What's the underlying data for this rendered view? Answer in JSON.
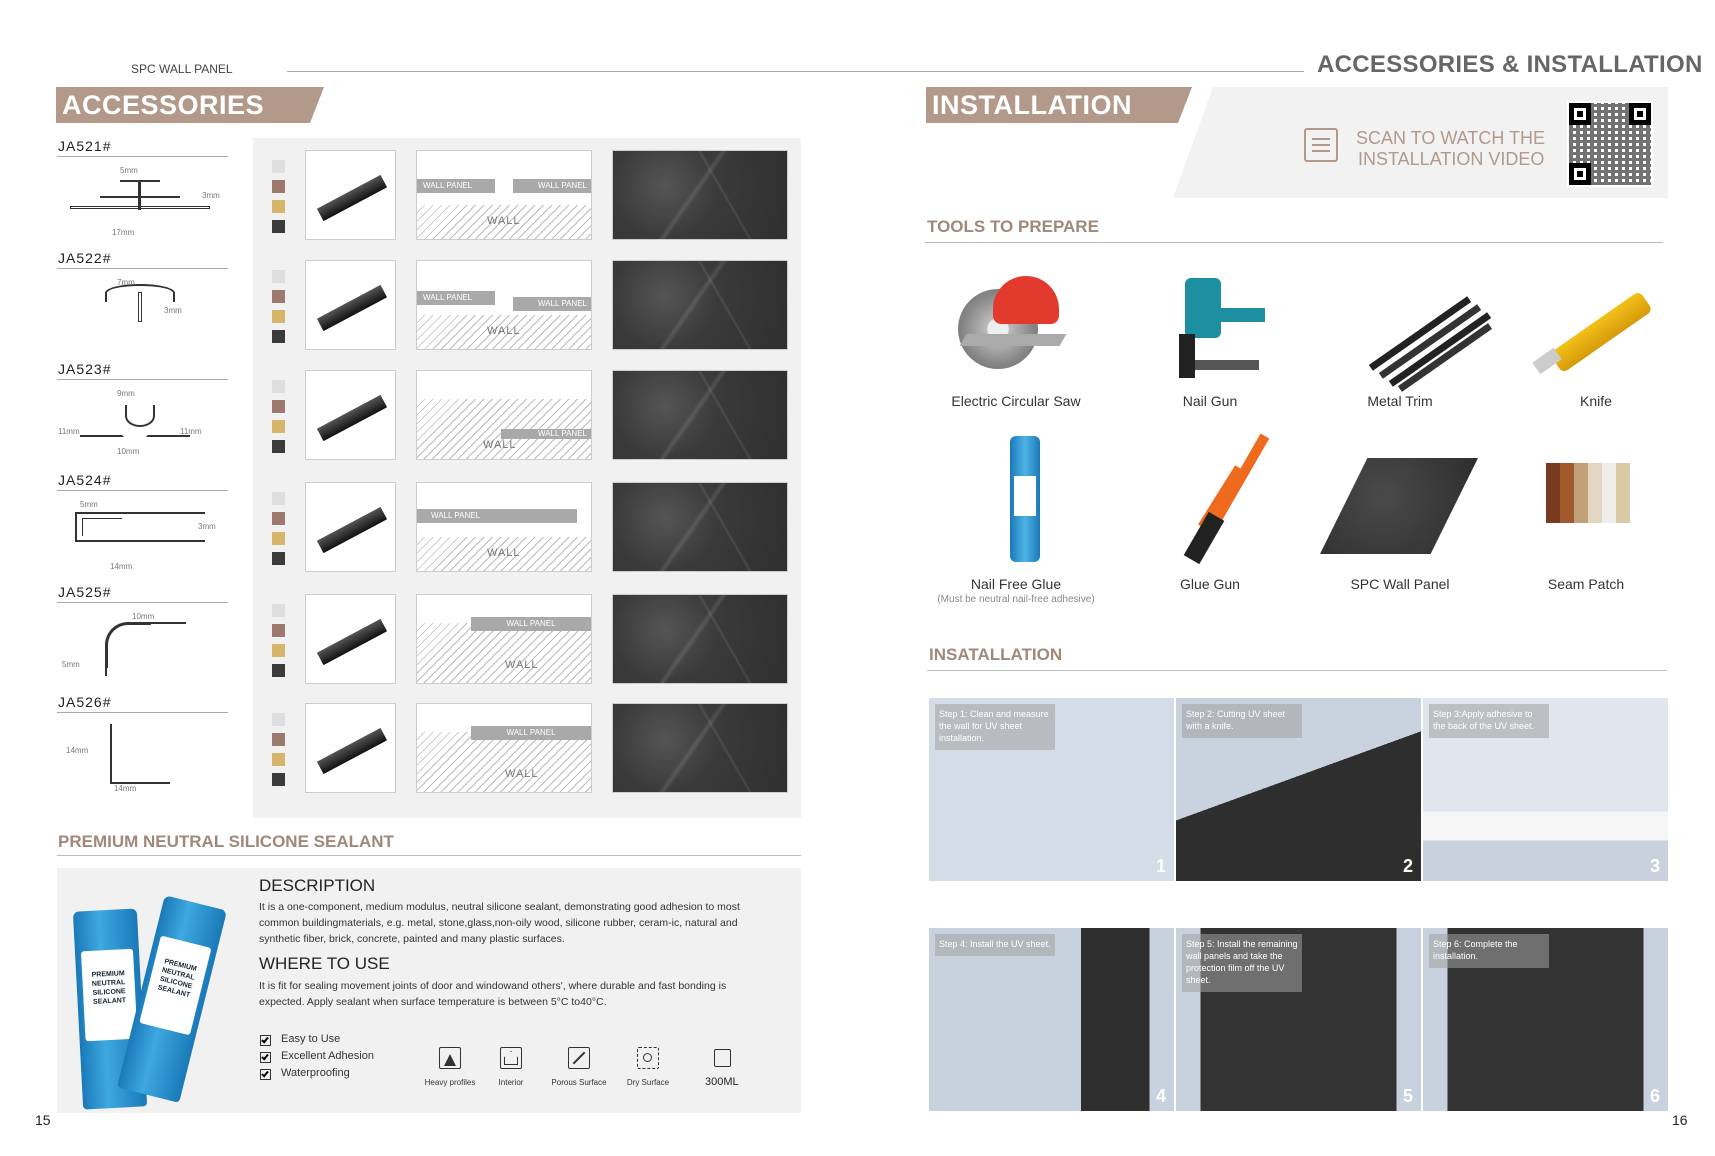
{
  "left": {
    "series": "SPC WALL PANEL",
    "section_title": "ACCESSORIES",
    "page_number": "15",
    "profiles": [
      {
        "code": "JA521#",
        "dims": [
          "5mm",
          "3mm",
          "17mm"
        ]
      },
      {
        "code": "JA522#",
        "dims": [
          "7mm",
          "3mm"
        ]
      },
      {
        "code": "JA523#",
        "dims": [
          "9mm",
          "11mm",
          "11mm",
          "10mm"
        ]
      },
      {
        "code": "JA524#",
        "dims": [
          "5mm",
          "3mm",
          "14mm"
        ]
      },
      {
        "code": "JA525#",
        "dims": [
          "10mm",
          "5mm"
        ]
      },
      {
        "code": "JA526#",
        "dims": [
          "14mm",
          "14mm"
        ]
      }
    ],
    "diagram_texts": {
      "wall_panel": "WALL PANEL",
      "wall": "WALL"
    },
    "swatch_colors": [
      "#dedede",
      "#9c7b6e",
      "#d6b56a",
      "#3b3b3b"
    ],
    "sealant": {
      "heading": "PREMIUM NEUTRAL SILICONE SEALANT",
      "desc_title": "DESCRIPTION",
      "desc_text": "It is a one-component, medium modulus, neutral silicone sealant, demonstrating good adhesion to most common buildingmaterials, e.g. metal, stone,glass,non-oily wood, silicone rubber, ceram-ic, natural and synthetic fiber, brick, concrete, painted and many plastic surfaces.",
      "use_title": "WHERE TO USE",
      "use_text": "It is fit for sealing movement joints of door and windowand others', where durable and fast bonding is expected. Apply sealant when surface temperature is between 5°C to40°C.",
      "features": [
        "Easy to Use",
        "Excellent Adhesion",
        "Waterproofing"
      ],
      "properties": [
        "Heavy profiles",
        "Interior",
        "Porous Surface",
        "Dry Surface"
      ],
      "volume": "300ML",
      "tube_text": "PREMIUM NEUTRAL SILICONE SEALANT"
    }
  },
  "right": {
    "header": "ACCESSORIES & INSTALLATION",
    "section_title": "INSTALLATION",
    "page_number": "16",
    "scan_line1": "SCAN TO WATCH THE",
    "scan_line2": "INSTALLATION VIDEO",
    "tools_heading": "TOOLS TO PREPARE",
    "tools": [
      {
        "name": "Electric Circular Saw"
      },
      {
        "name": "Nail Gun"
      },
      {
        "name": "Metal Trim"
      },
      {
        "name": "Knife"
      },
      {
        "name": "Nail Free Glue",
        "note": "(Must be neutral nail-free adhesive)"
      },
      {
        "name": "Glue Gun"
      },
      {
        "name": "SPC Wall Panel"
      },
      {
        "name": "Seam Patch"
      }
    ],
    "install_heading": "INSATALLATION",
    "steps": [
      {
        "caption": "Step 1: Clean and measure the wall for UV sheet installation.",
        "num": "1"
      },
      {
        "caption": "Step 2: Cutting UV sheet with a knife.",
        "num": "2"
      },
      {
        "caption": "Step 3:Apply adhesive to the back of the UV sheet.",
        "num": "3"
      },
      {
        "caption": "Step 4: Install the UV sheet.",
        "num": "4"
      },
      {
        "caption": "Step 5: Install the remaining wall panels and take the protection film off the UV sheet.",
        "num": "5"
      },
      {
        "caption": "Step 6: Complete the installation.",
        "num": "6"
      }
    ]
  }
}
